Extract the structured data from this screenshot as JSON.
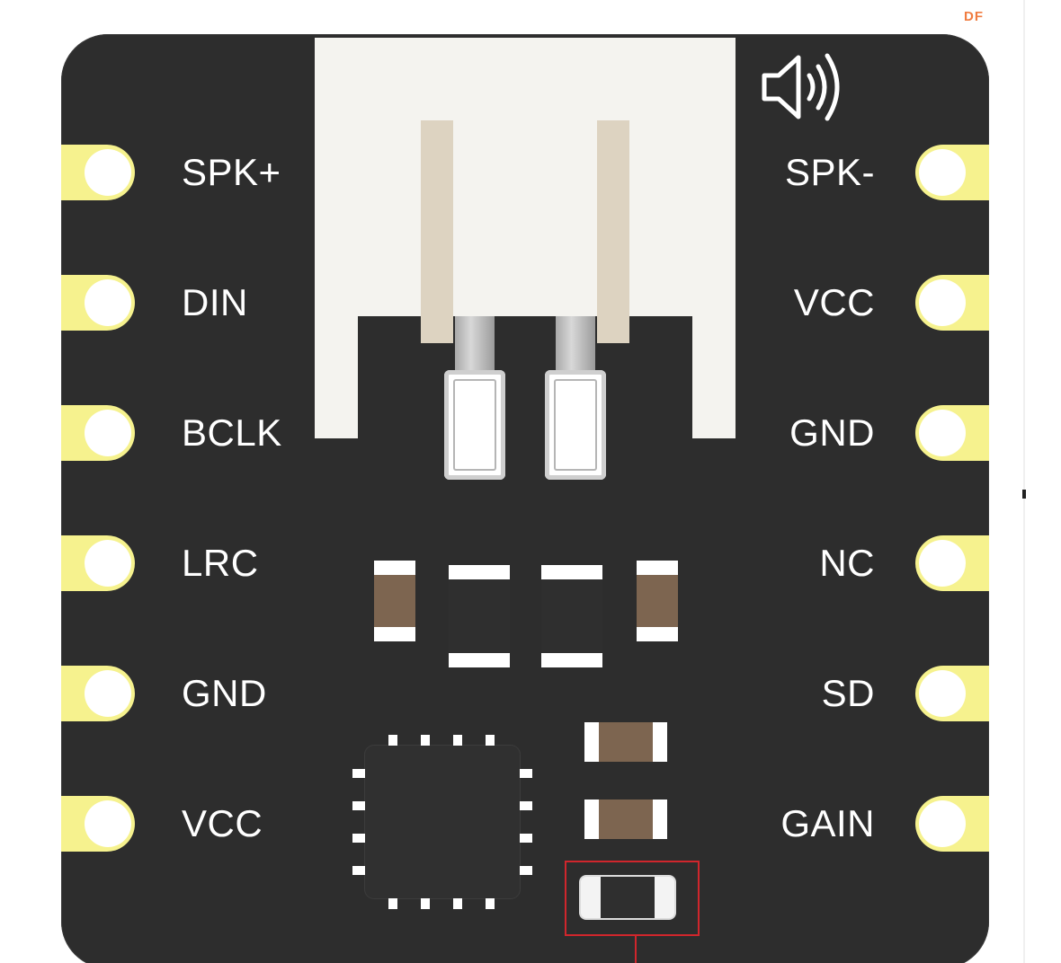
{
  "watermark": "DF",
  "pins": {
    "left": [
      "SPK+",
      "DIN",
      "BCLK",
      "LRC",
      "GND",
      "VCC"
    ],
    "right": [
      "SPK-",
      "VCC",
      "GND",
      "NC",
      "SD",
      "GAIN"
    ]
  },
  "colors": {
    "board": "#2d2d2d",
    "pad_gold": "#f6f28e",
    "connector": "#f4f3ef",
    "capacitor": "#7d6550",
    "highlight": "#d0262c",
    "watermark": "#f07b3f"
  },
  "icons": {
    "speaker": "speaker-volume-icon"
  }
}
